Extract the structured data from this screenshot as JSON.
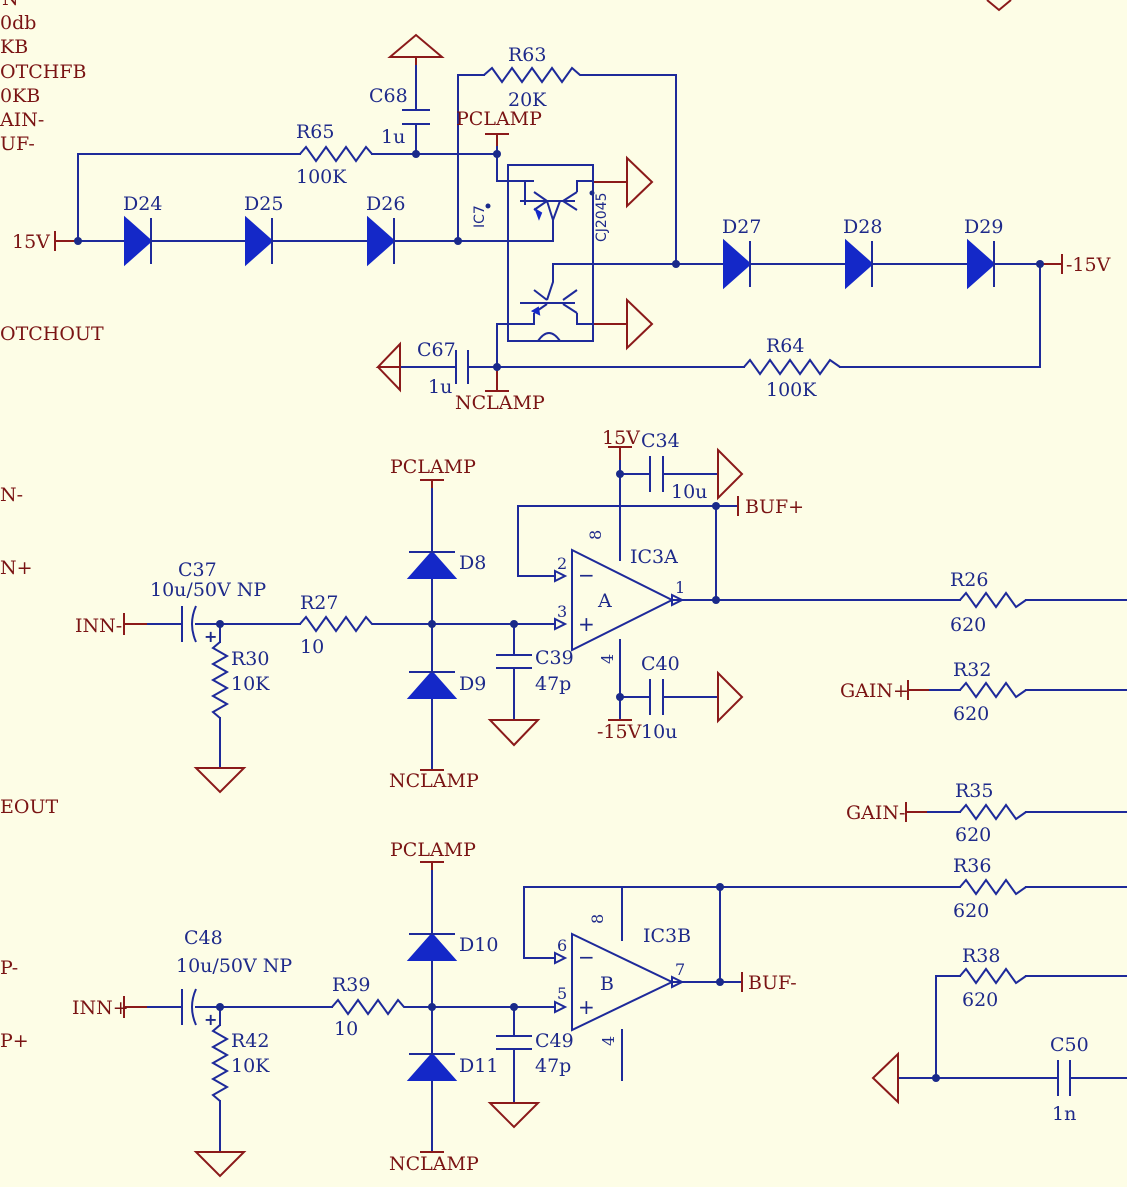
{
  "left_nets": [
    "…N",
    "…0db",
    "…KB",
    "…OTCHFB",
    "…0KB",
    "…AIN-",
    "…UF-",
    "…OTCHOUT",
    "…N-",
    "…N+",
    "…EOUT",
    "…P-",
    "…P+"
  ],
  "left_nets_visible": [
    "N",
    "0db",
    "KB",
    "OTCHFB",
    "0KB",
    "AIN-",
    "UF-",
    "OTCHOUT",
    "N-",
    "N+",
    "EOUT",
    "P-",
    "P+"
  ],
  "ports": {
    "v15": "15V",
    "vneg15": "-15V",
    "inn_minus": "INN-",
    "inn_plus": "INN+",
    "buf_plus": "BUF+",
    "buf_minus": "BUF-",
    "gain_plus": "GAIN+",
    "gain_minus": "GAIN-"
  },
  "power": {
    "pclamp": "PCLAMP",
    "nclamp": "NCLAMP",
    "v15": "15V",
    "vneg15": "-15V"
  },
  "components": {
    "r63": {
      "ref": "R63",
      "value": "20K"
    },
    "c68": {
      "ref": "C68",
      "value": "1u"
    },
    "r65": {
      "ref": "R65",
      "value": "100K"
    },
    "ic7": {
      "ref": "IC7",
      "part": "CJ2045"
    },
    "d24": "D24",
    "d25": "D25",
    "d26": "D26",
    "d27": "D27",
    "d28": "D28",
    "d29": "D29",
    "c67": {
      "ref": "C67",
      "value": "1u"
    },
    "r64": {
      "ref": "R64",
      "value": "100K"
    },
    "c34": {
      "ref": "C34",
      "value": "10u"
    },
    "c40": {
      "ref": "C40",
      "value": "10u"
    },
    "ic3a": {
      "ref": "IC3A",
      "unit": "A",
      "pin_inv": "2",
      "pin_noninv": "3",
      "pin_out": "1",
      "pin_vpos": "8",
      "pin_vneg": "4"
    },
    "ic3b": {
      "ref": "IC3B",
      "unit": "B",
      "pin_inv": "6",
      "pin_noninv": "5",
      "pin_out": "7",
      "pin_vpos": "8",
      "pin_vneg": "4"
    },
    "c37": {
      "ref": "C37",
      "value": "10u/50V NP"
    },
    "c48": {
      "ref": "C48",
      "value": "10u/50V NP"
    },
    "r27": {
      "ref": "R27",
      "value": "10"
    },
    "r39": {
      "ref": "R39",
      "value": "10"
    },
    "r30": {
      "ref": "R30",
      "value": "10K"
    },
    "r42": {
      "ref": "R42",
      "value": "10K"
    },
    "d8": "D8",
    "d9": "D9",
    "d10": "D10",
    "d11": "D11",
    "c39": {
      "ref": "C39",
      "value": "47p"
    },
    "c49": {
      "ref": "C49",
      "value": "47p"
    },
    "r26": {
      "ref": "R26",
      "value": "620"
    },
    "r32": {
      "ref": "R32",
      "value": "620"
    },
    "r35": {
      "ref": "R35",
      "value": "620"
    },
    "r36": {
      "ref": "R36",
      "value": "620"
    },
    "r38": {
      "ref": "R38",
      "value": "620"
    },
    "c50": {
      "ref": "C50",
      "value": "1n"
    }
  },
  "symbols": {
    "plus": "+",
    "minus": "−"
  },
  "colors": {
    "background": "#fdfde6",
    "wire": "#1e2a9a",
    "power": "#8b1a1a",
    "diode_fill": "#1428c8"
  }
}
